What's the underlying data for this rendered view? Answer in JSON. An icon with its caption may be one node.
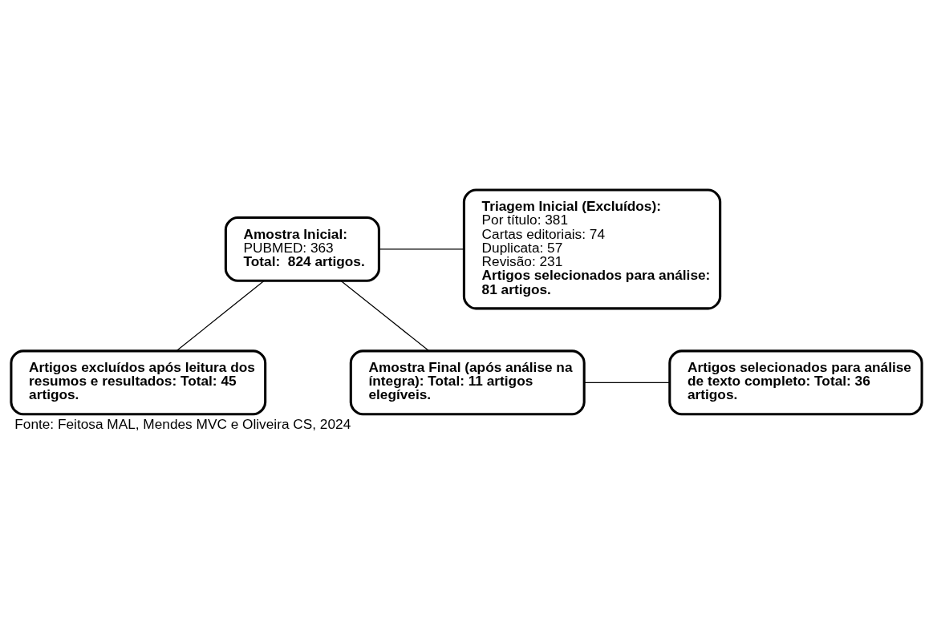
{
  "diagram": {
    "caption": "Fonte: Feitosa MAL, Mendes MVC e Oliveira CS, 2024",
    "nodes": [
      {
        "text": [
          "Amostra Inicial:",
          "PUBMED: 363",
          "Total:  824 artigos."
        ]
      },
      {
        "text": [
          "Triagem Inicial (Excluídos):",
          "Por título: 381",
          "Cartas editoriais: 74",
          "Duplicata: 57",
          "Revisão: 231",
          "Artigos selecionados para análise: 81 artigos."
        ]
      },
      {
        "text": [
          "Artigos excluídos após leitura dos resumos e resultados: Total: 45 artigos."
        ]
      },
      {
        "text": [
          "Amostra Final (após análise na íntegra): Total: 11 artigos elegíveis."
        ]
      },
      {
        "text": [
          "Artigos selecionados para análise de texto completo: Total: 36 artigos."
        ]
      }
    ],
    "edges": [
      {
        "from": 0,
        "to": 1,
        "arrow": "none"
      },
      {
        "from": 0,
        "to": 2,
        "arrow": "none"
      },
      {
        "from": 0,
        "to": 3,
        "arrow": "none"
      },
      {
        "from": 3,
        "to": 4,
        "arrow": "none"
      }
    ]
  }
}
